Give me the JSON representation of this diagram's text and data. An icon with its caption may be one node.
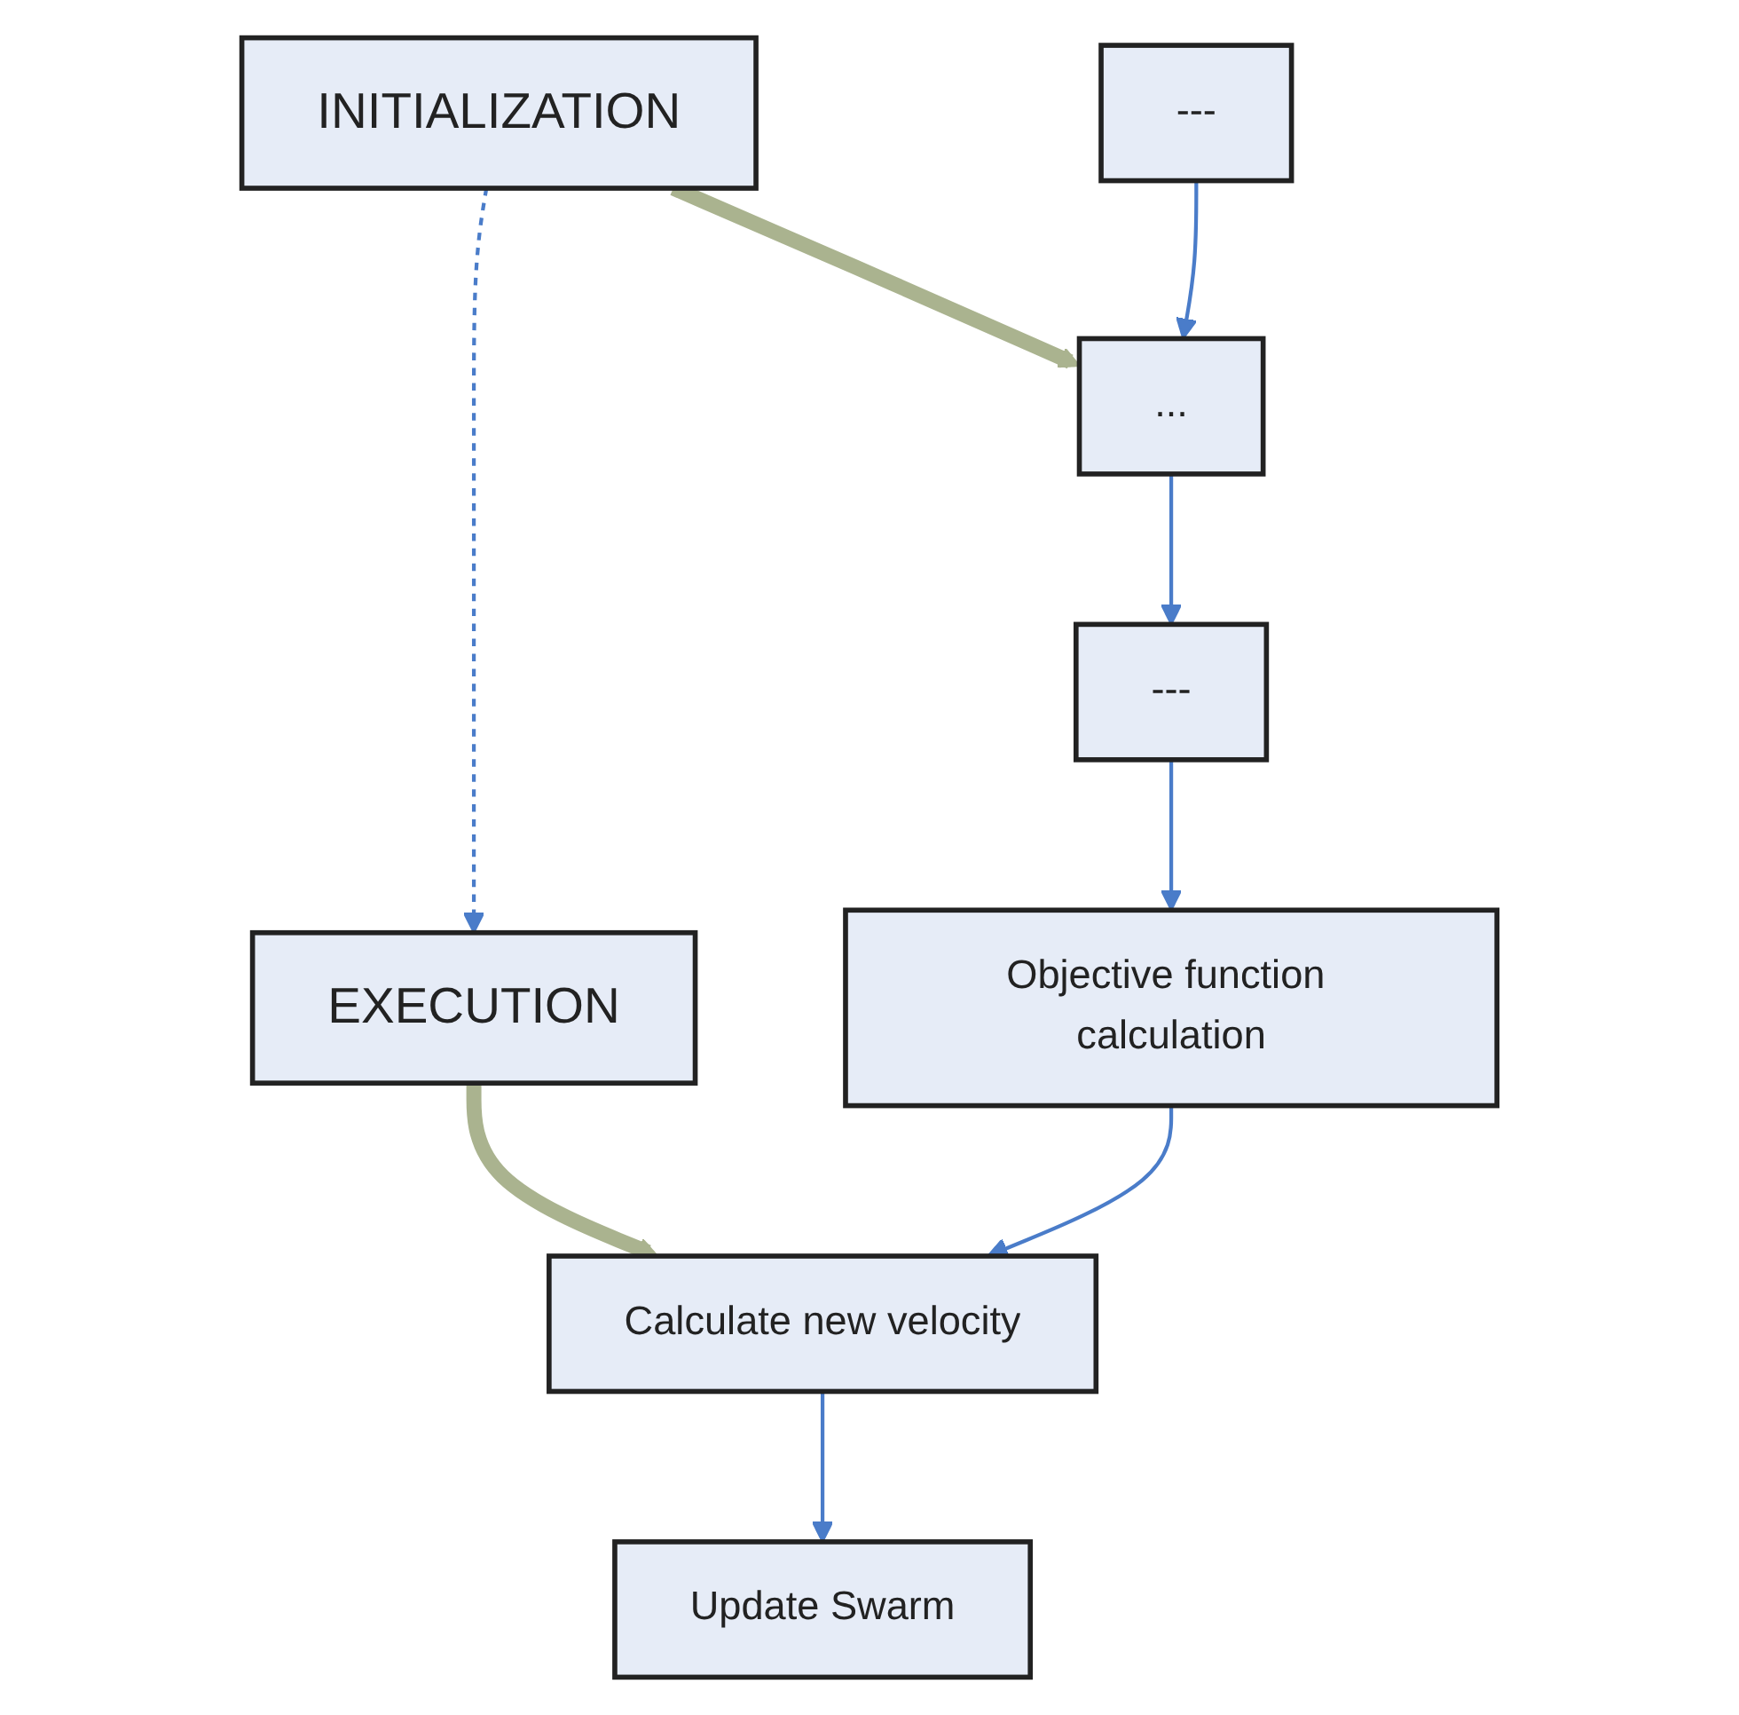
{
  "diagram": {
    "nodes": [
      {
        "text": [
          "INITIALIZATION"
        ]
      },
      {
        "text": [
          "---"
        ]
      },
      {
        "text": [
          "..."
        ]
      },
      {
        "text": [
          "---"
        ]
      },
      {
        "text": [
          "EXECUTION"
        ]
      },
      {
        "text": [
          "Objective function calculation"
        ]
      },
      {
        "text": [
          "Calculate new velocity"
        ]
      },
      {
        "text": [
          "Update Swarm"
        ]
      }
    ],
    "edges": [
      {
        "from": 0,
        "to": 2,
        "arrow": "to",
        "style": "thick",
        "color": "#aab38f"
      },
      {
        "from": 1,
        "to": 2,
        "arrow": "to"
      },
      {
        "from": 2,
        "to": 3,
        "arrow": "to"
      },
      {
        "from": 0,
        "to": 4,
        "arrow": "to",
        "style": "dashed"
      },
      {
        "from": 3,
        "to": 5,
        "arrow": "to"
      },
      {
        "from": 4,
        "to": 6,
        "arrow": "to",
        "style": "thick",
        "color": "#aab38f"
      },
      {
        "from": 5,
        "to": 6,
        "arrow": "to"
      },
      {
        "from": 6,
        "to": 7,
        "arrow": "to"
      }
    ]
  }
}
